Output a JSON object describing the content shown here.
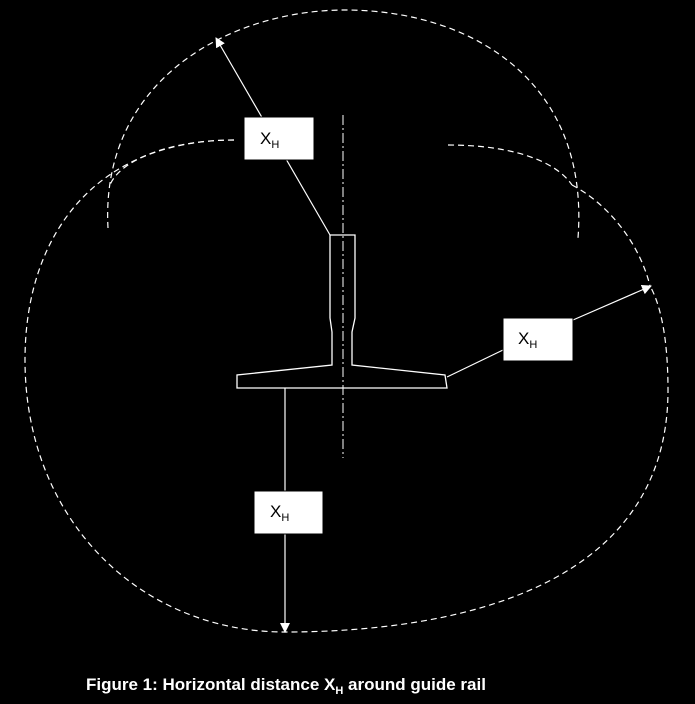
{
  "labels": {
    "xh_top": {
      "main": "X",
      "sub": "H"
    },
    "xh_right": {
      "main": "X",
      "sub": "H"
    },
    "xh_bottom": {
      "main": "X",
      "sub": "H"
    }
  },
  "caption": {
    "prefix": "Figure 1: Horizontal distance X",
    "sub": "H",
    "suffix": " around guide rail"
  },
  "colors": {
    "background": "#000000",
    "stroke": "#ffffff"
  }
}
